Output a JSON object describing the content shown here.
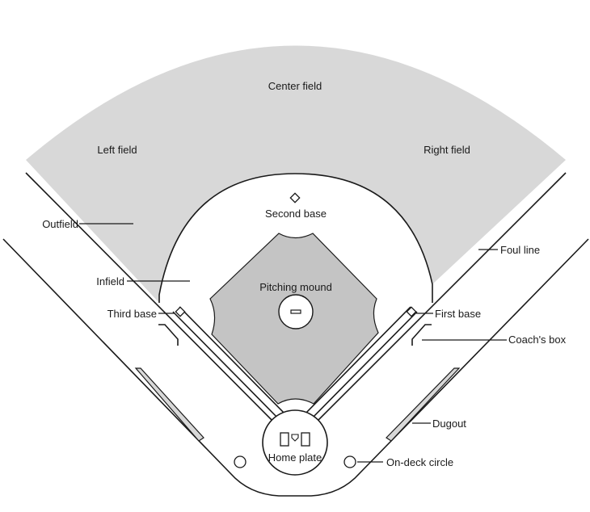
{
  "labels": {
    "center_field": "Center field",
    "left_field": "Left field",
    "right_field": "Right field",
    "outfield": "Outfield",
    "second_base": "Second base",
    "foul_line": "Foul line",
    "infield": "Infield",
    "pitching_mound": "Pitching mound",
    "third_base": "Third base",
    "first_base": "First base",
    "coachs_box": "Coach's box",
    "dugout": "Dugout",
    "home_plate": "Home plate",
    "on_deck_circle": "On-deck circle"
  },
  "colors": {
    "grass": "#d8d8d8",
    "dirt": "#c4c4c4",
    "ink": "#1a1a1a",
    "background": "#ffffff"
  }
}
